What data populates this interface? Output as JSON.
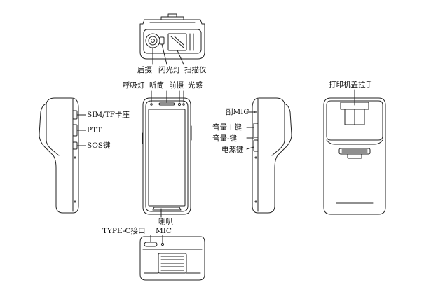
{
  "top_view": {
    "labels": [
      "后摄",
      "闪光灯",
      "扫描仪"
    ]
  },
  "front_view": {
    "top_labels": [
      "呼吸灯",
      "听筒",
      "前摄",
      "光感"
    ],
    "bottom_label": "喇叭"
  },
  "left_view": {
    "labels": [
      "SIM/TF卡座",
      "PTT",
      "SOS键"
    ]
  },
  "right_view": {
    "labels": [
      "副MIC",
      "音量＋键",
      "音量-键",
      "电源键"
    ]
  },
  "back_view": {
    "label": "打印机盖拉手"
  },
  "bottom_view": {
    "labels": [
      "TYPE-C接口",
      "MIC"
    ]
  }
}
